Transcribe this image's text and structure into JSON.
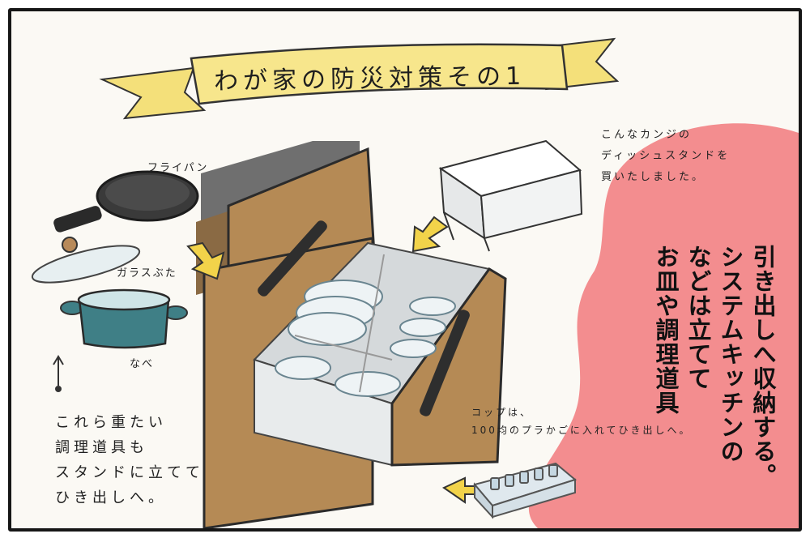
{
  "title": "わが家の防災対策その1",
  "labels": {
    "frying_pan": "フライパン",
    "glass_lid": "ガラスぶた",
    "pot": "なべ"
  },
  "left_note": [
    "これら重たい",
    "調理道具も",
    "スタンドに立てて",
    "ひき出しへ。"
  ],
  "stand_note": [
    "こんなカンジの",
    "ディッシュスタンドを",
    "買いたしました。"
  ],
  "cup_note": [
    "コップは、",
    "100均のプラかごに入れてひき出しへ。"
  ],
  "main_text": [
    "お皿や調理道具",
    "などは立てて",
    "システムキッチンの",
    "引き出しへ収納する。"
  ],
  "colors": {
    "cabinet_wood": "#b58a55",
    "counter": "#6f6f6f",
    "pot_teal": "#3f7f86",
    "arrow_yellow": "#f2d34a",
    "banner_yellow": "#f6e58a",
    "blob_pink": "#f38d8f"
  }
}
